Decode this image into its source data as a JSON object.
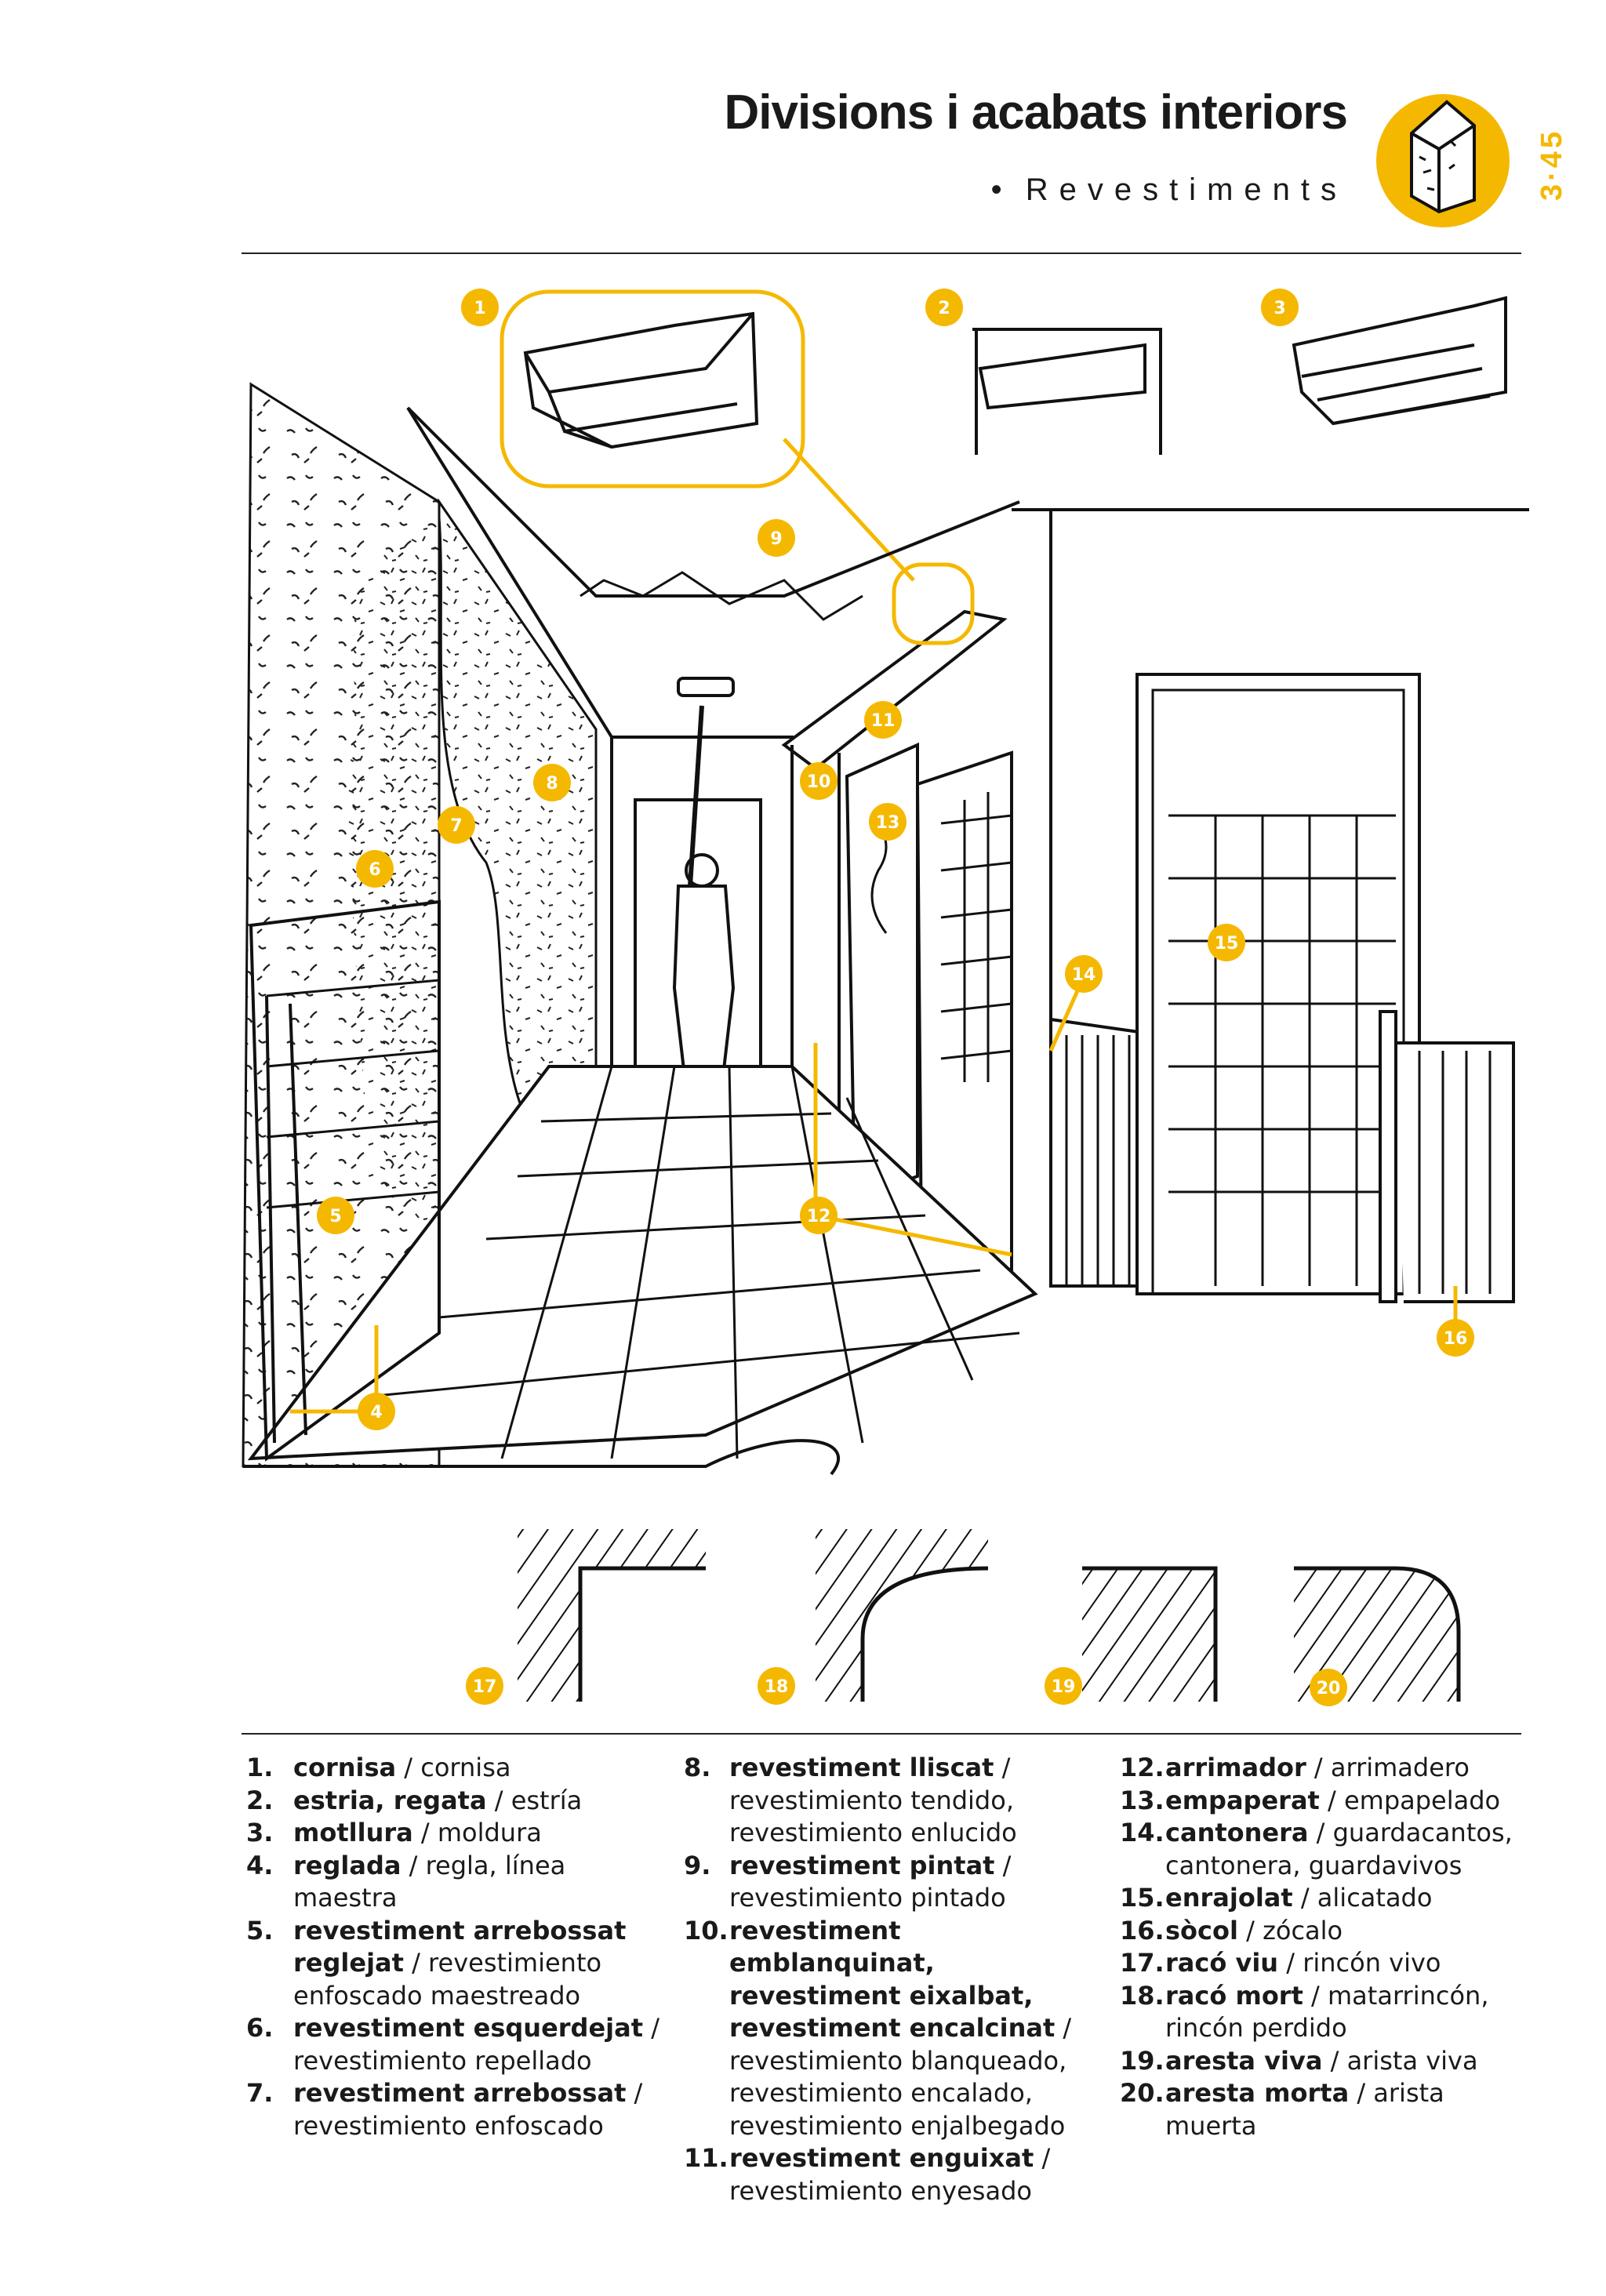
{
  "header": {
    "title": "Divisions i acabats interiors",
    "subtitle": "Revestiments",
    "page_number": "3·45",
    "accent_color": "#f5b800",
    "logo_icon": "house-wall-icon"
  },
  "callouts": [
    "1",
    "2",
    "3",
    "4",
    "5",
    "6",
    "7",
    "8",
    "9",
    "10",
    "11",
    "12",
    "13",
    "14",
    "15",
    "16",
    "17",
    "18",
    "19",
    "20"
  ],
  "legend": {
    "col1": [
      {
        "n": "1.",
        "term": "cornisa",
        "sep": " / ",
        "trans": "cornisa"
      },
      {
        "n": "2.",
        "term": "estria, regata",
        "sep": " / ",
        "trans": "estría"
      },
      {
        "n": "3.",
        "term": "motllura",
        "sep": " / ",
        "trans": "moldura"
      },
      {
        "n": "4.",
        "term": "reglada",
        "sep": " / ",
        "trans": "regla, línea maestra"
      },
      {
        "n": "5.",
        "term": "revestiment arrebossat reglejat",
        "sep": " / ",
        "trans": "revestimiento enfoscado maestreado"
      },
      {
        "n": "6.",
        "term": "revestiment esquerdejat",
        "sep": " / ",
        "trans": "revestimiento repellado"
      },
      {
        "n": "7.",
        "term": "revestiment arrebossat",
        "sep": " / ",
        "trans": "revestimiento enfoscado"
      }
    ],
    "col2": [
      {
        "n": "8.",
        "term": "revestiment lliscat",
        "sep": " / ",
        "trans": "revestimiento tendido, revestimiento enlucido"
      },
      {
        "n": "9.",
        "term": "revestiment pintat",
        "sep": " / ",
        "trans": "revestimiento pintado"
      },
      {
        "n": "10.",
        "term": "revestiment emblanquinat, revestiment eixalbat, revestiment encalcinat",
        "sep": " / ",
        "trans": "revestimiento blanqueado, revestimiento encalado, revestimiento enjalbegado"
      },
      {
        "n": "11.",
        "term": "revestiment enguixat",
        "sep": " / ",
        "trans": "revestimiento enyesado"
      }
    ],
    "col3": [
      {
        "n": "12.",
        "term": "arrimador",
        "sep": " / ",
        "trans": "arrimadero"
      },
      {
        "n": "13.",
        "term": "empaperat",
        "sep": " / ",
        "trans": "empapelado"
      },
      {
        "n": "14.",
        "term": "cantonera",
        "sep": " / ",
        "trans": "guardacantos, cantonera, guardavivos"
      },
      {
        "n": "15.",
        "term": "enrajolat",
        "sep": " / ",
        "trans": "alicatado"
      },
      {
        "n": "16.",
        "term": "sòcol",
        "sep": " / ",
        "trans": "zócalo"
      },
      {
        "n": "17.",
        "term": "racó viu",
        "sep": " / ",
        "trans": "rincón vivo"
      },
      {
        "n": "18.",
        "term": "racó mort",
        "sep": " / ",
        "trans": "matarrincón, rincón perdido"
      },
      {
        "n": "19.",
        "term": "aresta viva",
        "sep": " / ",
        "trans": "arista viva"
      },
      {
        "n": "20.",
        "term": "aresta morta",
        "sep": " / ",
        "trans": "arista muerta"
      }
    ]
  }
}
